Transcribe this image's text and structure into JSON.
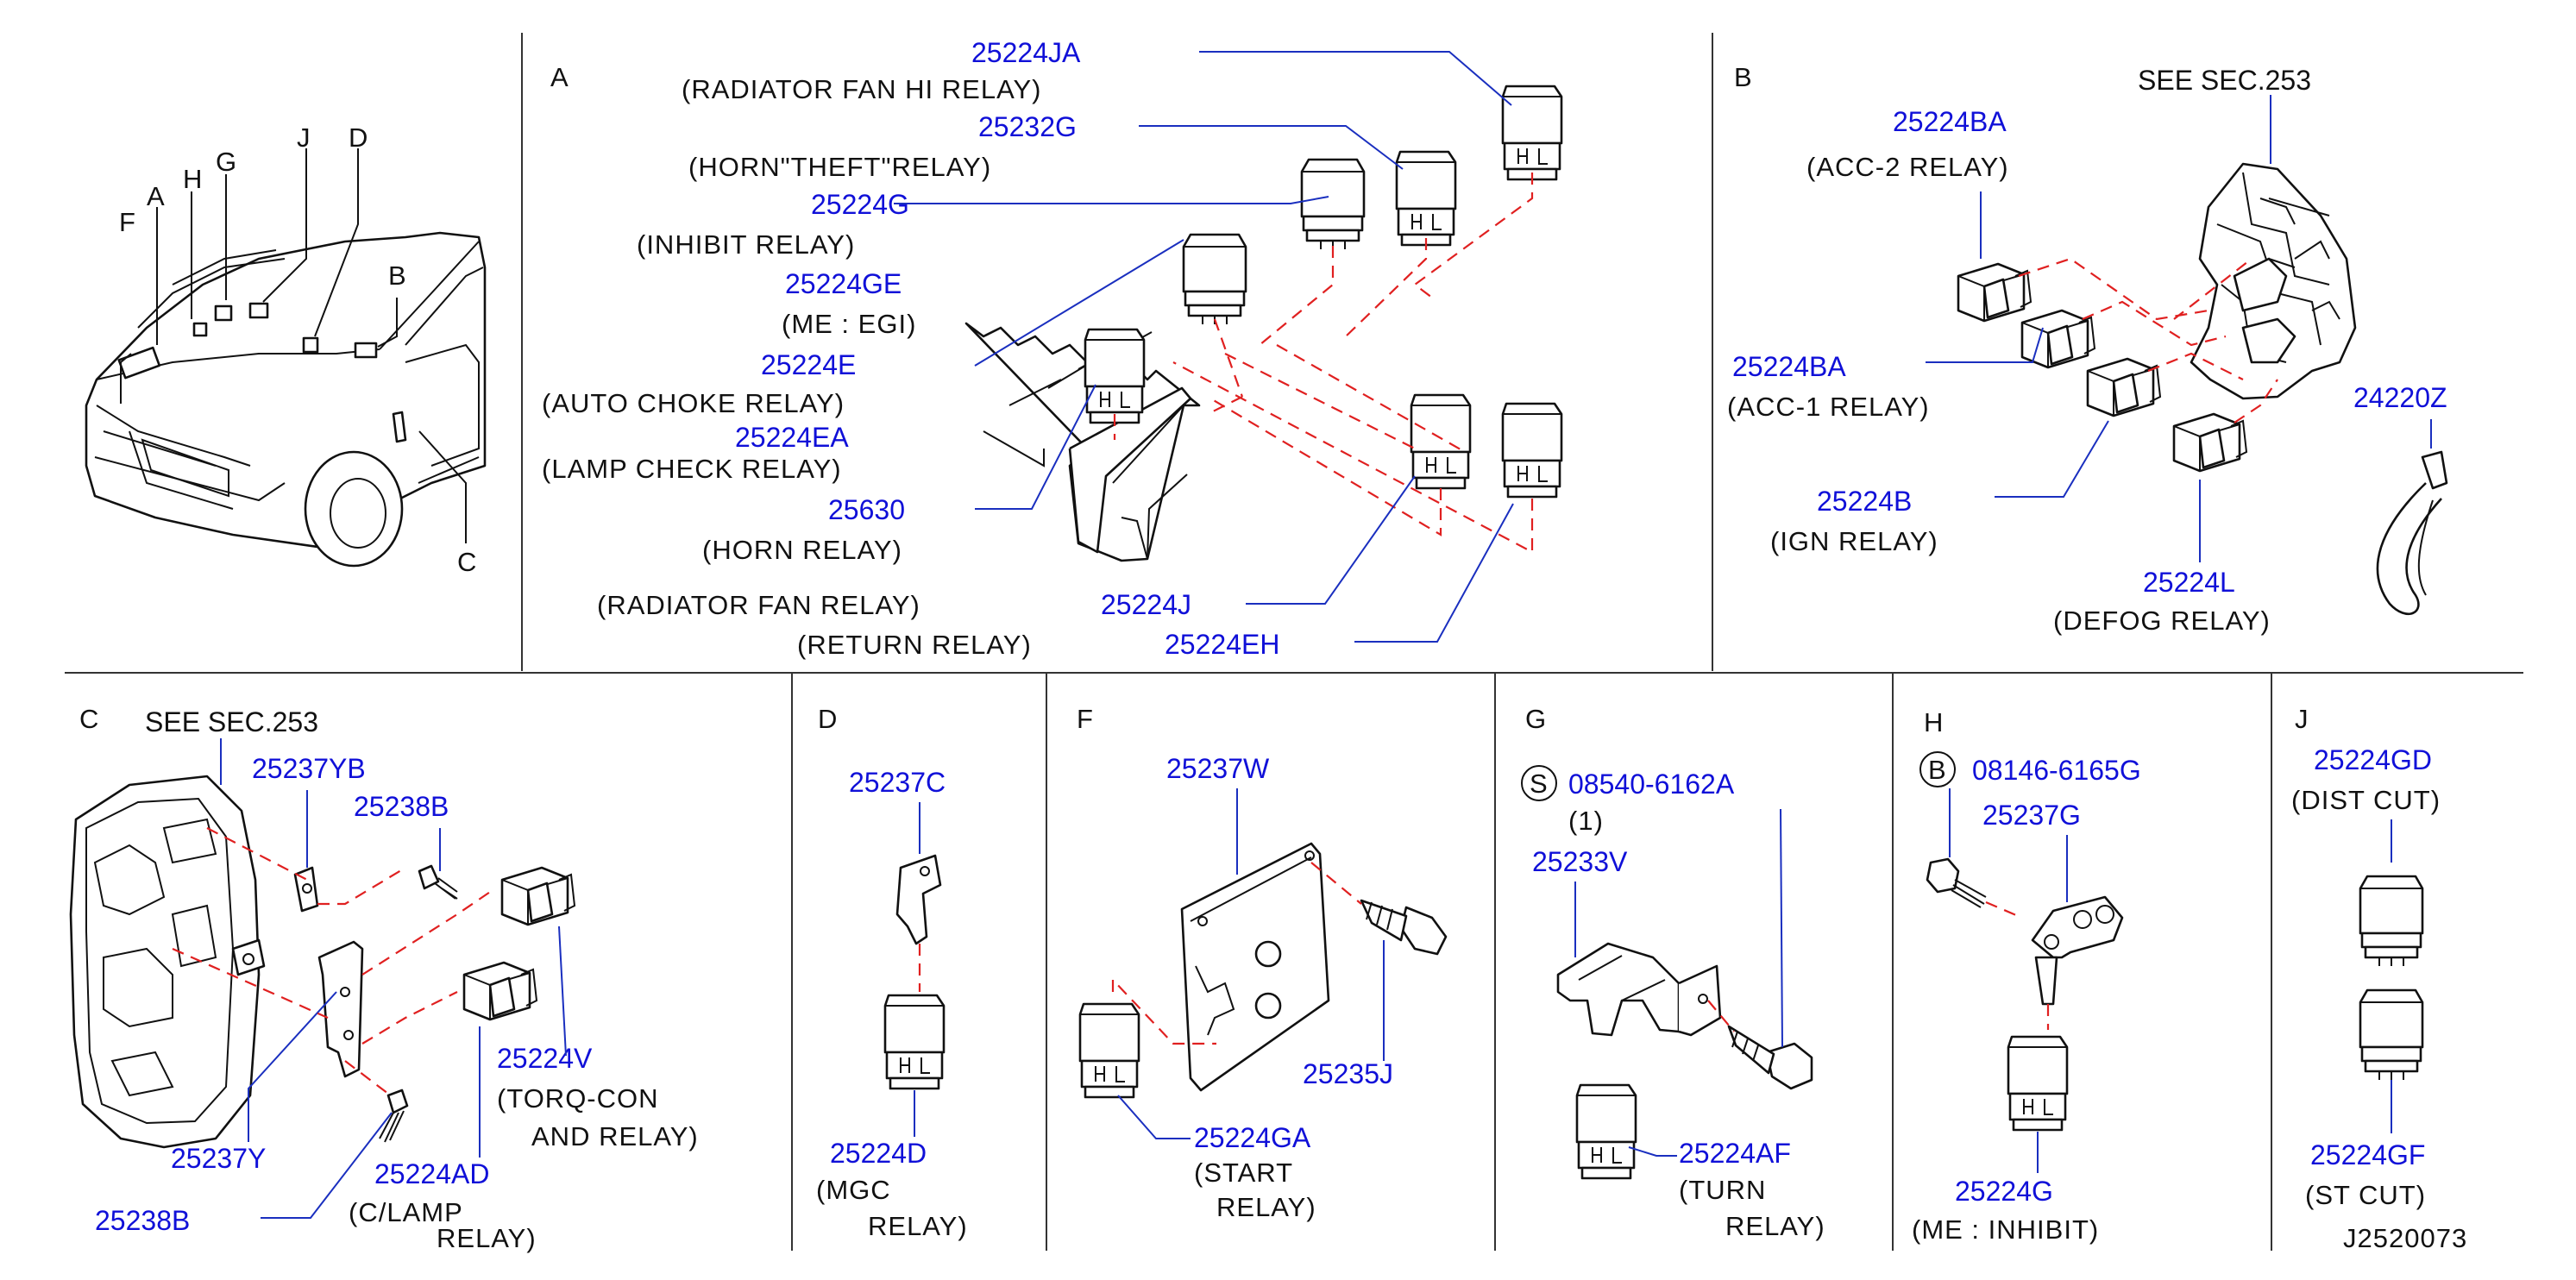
{
  "sections": {
    "A": {
      "letter": "A"
    },
    "B": {
      "letter": "B",
      "see": "SEE   SEC.253"
    },
    "C": {
      "letter": "C",
      "see": "SEE   SEC.253"
    },
    "D": {
      "letter": "D"
    },
    "F": {
      "letter": "F"
    },
    "G": {
      "letter": "G"
    },
    "H": {
      "letter": "H"
    },
    "J": {
      "letter": "J"
    }
  },
  "overview": {
    "letters": [
      "F",
      "A",
      "H",
      "G",
      "J",
      "D",
      "B",
      "C"
    ]
  },
  "parts_a": [
    {
      "pn": "25224JA",
      "desc": "(RADIATOR   FAN   HI   RELAY)"
    },
    {
      "pn": "25232G",
      "desc": "(HORN\"THEFT\"RELAY)"
    },
    {
      "pn": "25224G",
      "desc": "(INHIBIT  RELAY)"
    },
    {
      "pn": "25224GE",
      "desc": "(ME   :  EGI)"
    },
    {
      "pn": "25224E",
      "desc": "(AUTO   CHOKE  RELAY)"
    },
    {
      "pn": "25224EA",
      "desc": "(LAMP   CHECK  RELAY)"
    },
    {
      "pn": "25630",
      "desc": "(HORN   RELAY)"
    },
    {
      "pn": "25224J",
      "desc": "(RADIATOR   FAN   RELAY)"
    },
    {
      "pn": "25224EH",
      "desc": "(RETURN   RELAY)"
    }
  ],
  "parts_b": [
    {
      "pn": "25224BA",
      "desc": "(ACC-2   RELAY)"
    },
    {
      "pn": "25224BA",
      "desc": "(ACC-1   RELAY)"
    },
    {
      "pn": "25224B",
      "desc": "(IGN   RELAY)"
    },
    {
      "pn": "25224L",
      "desc": "(DEFOG   RELAY)"
    },
    {
      "pn": "24220Z"
    }
  ],
  "parts_c": [
    {
      "pn": "25237YB"
    },
    {
      "pn": "25238B"
    },
    {
      "pn": "25224V",
      "desc_1": "(TORQ-CON",
      "desc_2": "AND   RELAY)"
    },
    {
      "pn": "25237Y"
    },
    {
      "pn": "25224AD",
      "desc_1": "(C/LAMP",
      "desc_2": "RELAY)"
    },
    {
      "pn": "25238B"
    }
  ],
  "parts_d": [
    {
      "pn": "25237C"
    },
    {
      "pn": "25224D",
      "desc_1": "(MGC",
      "desc_2": "RELAY)"
    }
  ],
  "parts_f": [
    {
      "pn": "25237W"
    },
    {
      "pn": "25235J"
    },
    {
      "pn": "25224GA",
      "desc_1": "(START",
      "desc_2": "RELAY)"
    }
  ],
  "parts_g": [
    {
      "symbol": "S",
      "pn": "08540-6162A",
      "qty": "(1)"
    },
    {
      "pn": "25233V"
    },
    {
      "pn": "25224AF",
      "desc_1": "(TURN",
      "desc_2": "RELAY)"
    }
  ],
  "parts_h": [
    {
      "symbol": "B",
      "pn": "08146-6165G"
    },
    {
      "pn": "25237G"
    },
    {
      "pn": "25224G",
      "desc": "(ME   :  INHIBIT)"
    }
  ],
  "parts_j": [
    {
      "pn": "25224GD",
      "desc": "(DIST   CUT)"
    },
    {
      "pn": "25224GF",
      "desc": "(ST   CUT)"
    }
  ],
  "drawing_id": "J2520073",
  "colors": {
    "part_number": "#1010d8",
    "leader": "#1a2fbf",
    "hidden_line": "#e02020",
    "line": "#111111"
  }
}
